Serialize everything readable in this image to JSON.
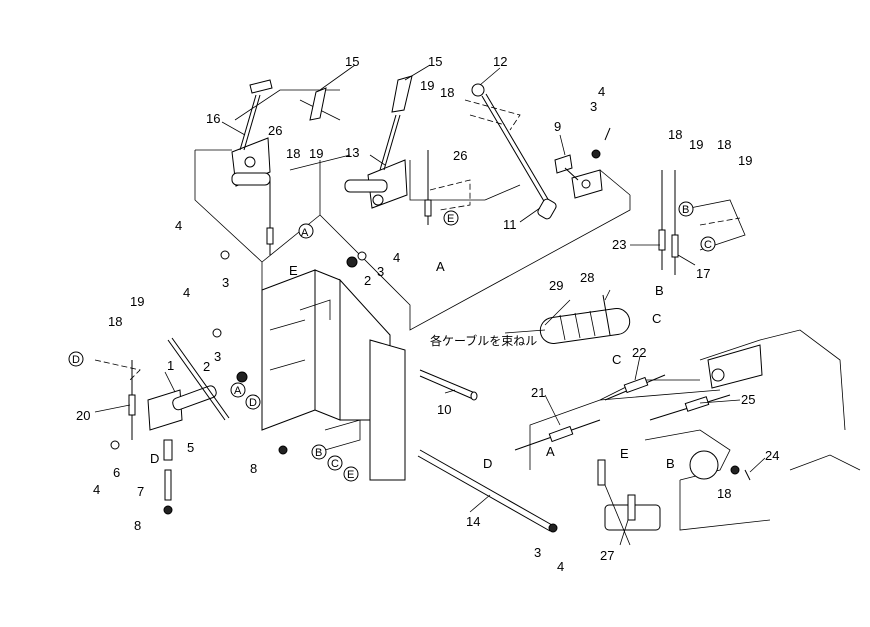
{
  "cable_note": "各ケーブルを束ねル",
  "callouts": [
    {
      "id": "c15a",
      "text": "15"
    },
    {
      "id": "c15b",
      "text": "15"
    },
    {
      "id": "c12",
      "text": "12"
    },
    {
      "id": "c16",
      "text": "16"
    },
    {
      "id": "c26a",
      "text": "26"
    },
    {
      "id": "c18a",
      "text": "18"
    },
    {
      "id": "c19a",
      "text": "19"
    },
    {
      "id": "c19b",
      "text": "19"
    },
    {
      "id": "c18b",
      "text": "18"
    },
    {
      "id": "c13",
      "text": "13"
    },
    {
      "id": "c26b",
      "text": "26"
    },
    {
      "id": "c3a",
      "text": "3"
    },
    {
      "id": "c4a",
      "text": "4"
    },
    {
      "id": "c9",
      "text": "9"
    },
    {
      "id": "c11",
      "text": "11"
    },
    {
      "id": "c18c",
      "text": "18"
    },
    {
      "id": "c19c",
      "text": "19"
    },
    {
      "id": "c18d",
      "text": "18"
    },
    {
      "id": "c19d",
      "text": "19"
    },
    {
      "id": "c23",
      "text": "23"
    },
    {
      "id": "c17",
      "text": "17"
    },
    {
      "id": "c29",
      "text": "29"
    },
    {
      "id": "c28",
      "text": "28"
    },
    {
      "id": "c4b",
      "text": "4"
    },
    {
      "id": "c3b",
      "text": "3"
    },
    {
      "id": "c2a",
      "text": "2"
    },
    {
      "id": "c3c",
      "text": "3"
    },
    {
      "id": "c4c",
      "text": "4"
    },
    {
      "id": "c4d",
      "text": "4"
    },
    {
      "id": "c3d",
      "text": "3"
    },
    {
      "id": "c19e",
      "text": "19"
    },
    {
      "id": "c18e",
      "text": "18"
    },
    {
      "id": "c1",
      "text": "1"
    },
    {
      "id": "c2b",
      "text": "2"
    },
    {
      "id": "c20",
      "text": "20"
    },
    {
      "id": "c6",
      "text": "6"
    },
    {
      "id": "c4e",
      "text": "4"
    },
    {
      "id": "c5",
      "text": "5"
    },
    {
      "id": "c7",
      "text": "7"
    },
    {
      "id": "c8a",
      "text": "8"
    },
    {
      "id": "c8b",
      "text": "8"
    },
    {
      "id": "c10",
      "text": "10"
    },
    {
      "id": "c14",
      "text": "14"
    },
    {
      "id": "c3e",
      "text": "3"
    },
    {
      "id": "c4f",
      "text": "4"
    },
    {
      "id": "c21",
      "text": "21"
    },
    {
      "id": "c22",
      "text": "22"
    },
    {
      "id": "c25",
      "text": "25"
    },
    {
      "id": "c24",
      "text": "24"
    },
    {
      "id": "c18f",
      "text": "18"
    },
    {
      "id": "c27",
      "text": "27"
    }
  ],
  "letters": [
    {
      "id": "lA1",
      "text": "A"
    },
    {
      "id": "lE1",
      "text": "E"
    },
    {
      "id": "lA2",
      "text": "A"
    },
    {
      "id": "lB1",
      "text": "B"
    },
    {
      "id": "lC1",
      "text": "C"
    },
    {
      "id": "lC2",
      "text": "C"
    },
    {
      "id": "lD1",
      "text": "D"
    },
    {
      "id": "lA3",
      "text": "A"
    },
    {
      "id": "lE2",
      "text": "E"
    },
    {
      "id": "lB2",
      "text": "B"
    },
    {
      "id": "lD2",
      "text": "D"
    }
  ],
  "circled_letters": [
    {
      "id": "cA1",
      "text": "A"
    },
    {
      "id": "cE1",
      "text": "E"
    },
    {
      "id": "cB1",
      "text": "B"
    },
    {
      "id": "cC1",
      "text": "C"
    },
    {
      "id": "cD1",
      "text": "D"
    },
    {
      "id": "cA2",
      "text": "A"
    },
    {
      "id": "cD2",
      "text": "D"
    },
    {
      "id": "cB2",
      "text": "B"
    },
    {
      "id": "cC2",
      "text": "C"
    },
    {
      "id": "cE2",
      "text": "E"
    }
  ]
}
